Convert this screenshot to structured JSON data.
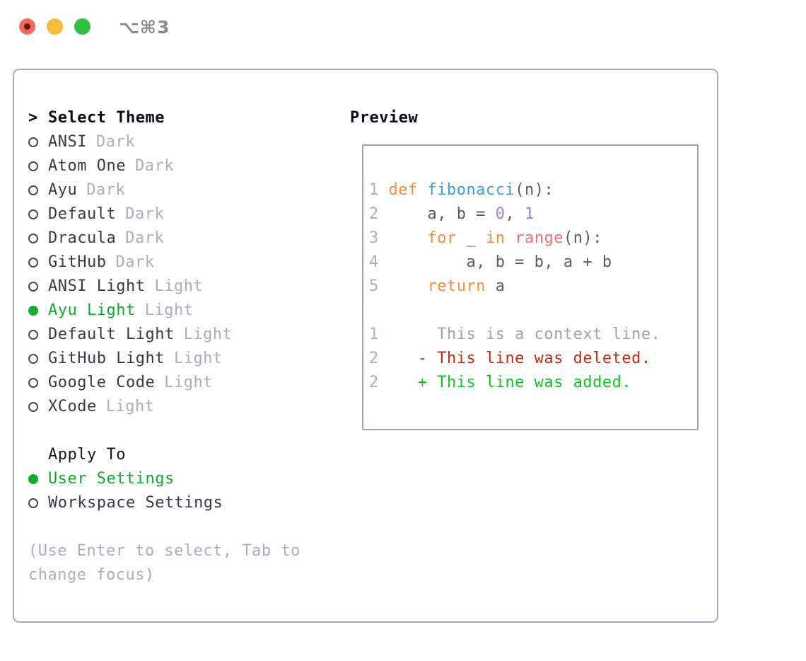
{
  "titlebar": {
    "shortcut": "⌥⌘3"
  },
  "panel": {
    "theme_section": {
      "header_prefix": ">",
      "header": "Select Theme",
      "items": [
        {
          "name": "ANSI",
          "variant": "Dark",
          "selected": false
        },
        {
          "name": "Atom One",
          "variant": "Dark",
          "selected": false
        },
        {
          "name": "Ayu",
          "variant": "Dark",
          "selected": false
        },
        {
          "name": "Default",
          "variant": "Dark",
          "selected": false
        },
        {
          "name": "Dracula",
          "variant": "Dark",
          "selected": false
        },
        {
          "name": "GitHub",
          "variant": "Dark",
          "selected": false
        },
        {
          "name": "ANSI Light",
          "variant": "Light",
          "selected": false
        },
        {
          "name": "Ayu Light",
          "variant": "Light",
          "selected": true
        },
        {
          "name": "Default Light",
          "variant": "Light",
          "selected": false
        },
        {
          "name": "GitHub Light",
          "variant": "Light",
          "selected": false
        },
        {
          "name": "Google Code",
          "variant": "Light",
          "selected": false
        },
        {
          "name": "XCode",
          "variant": "Light",
          "selected": false
        }
      ]
    },
    "apply_section": {
      "header": "Apply To",
      "options": [
        {
          "label": "User Settings",
          "selected": true
        },
        {
          "label": "Workspace Settings",
          "selected": false
        }
      ]
    },
    "hint_lines": [
      "(Use Enter to select, Tab to",
      "change focus)"
    ],
    "preview_section": {
      "header": "Preview",
      "code_lines": [
        [
          {
            "t": "1 ",
            "c": "ln"
          },
          {
            "t": "def ",
            "c": "kw"
          },
          {
            "t": "fibonacci",
            "c": "fn"
          },
          {
            "t": "(n):",
            "c": "fg"
          }
        ],
        [
          {
            "t": "2 ",
            "c": "ln"
          },
          {
            "t": "    a, b = ",
            "c": "fg"
          },
          {
            "t": "0",
            "c": "pu"
          },
          {
            "t": ", ",
            "c": "fg"
          },
          {
            "t": "1",
            "c": "pu"
          }
        ],
        [
          {
            "t": "3 ",
            "c": "ln"
          },
          {
            "t": "    ",
            "c": "fg"
          },
          {
            "t": "for",
            "c": "kw"
          },
          {
            "t": " _ ",
            "c": "fg"
          },
          {
            "t": "in",
            "c": "kw"
          },
          {
            "t": " ",
            "c": "fg"
          },
          {
            "t": "range",
            "c": "rd"
          },
          {
            "t": "(n):",
            "c": "fg"
          }
        ],
        [
          {
            "t": "4 ",
            "c": "ln"
          },
          {
            "t": "        a, b = b, a + b",
            "c": "fg"
          }
        ],
        [
          {
            "t": "5 ",
            "c": "ln"
          },
          {
            "t": "    ",
            "c": "fg"
          },
          {
            "t": "return",
            "c": "kw"
          },
          {
            "t": " a",
            "c": "fg"
          }
        ],
        [],
        [
          {
            "t": "1 ",
            "c": "ln"
          },
          {
            "t": "     This is a context line.",
            "c": "ctx"
          }
        ],
        [
          {
            "t": "2 ",
            "c": "ln"
          },
          {
            "t": "   - This line was deleted.",
            "c": "del"
          }
        ],
        [
          {
            "t": "2 ",
            "c": "ln"
          },
          {
            "t": "   + This line was added.",
            "c": "add"
          }
        ]
      ]
    }
  },
  "colors": {
    "selected_green": "#10ad2d",
    "keyword_orange": "#fa8d3e",
    "function_blue": "#399ee6",
    "call_coral": "#f07171",
    "number_purple": "#a37acc",
    "context_gray": "#9aa3ae",
    "deleted_red": "#c5291a",
    "added_green": "#10c325",
    "muted_gray": "#a8b0bc",
    "text_dark": "#363c45",
    "border_gray": "#a6adb7",
    "traffic_red": "#f16a5d",
    "traffic_yellow": "#f6bc3e",
    "traffic_green": "#2fc241"
  }
}
